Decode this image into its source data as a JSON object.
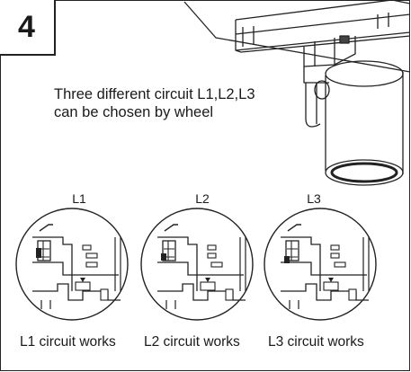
{
  "step": {
    "number": "4"
  },
  "instruction": {
    "line1": "Three different circuit L1,L2,L3",
    "line2": "can be chosen by wheel"
  },
  "circuits": [
    {
      "label": "L1",
      "caption": "L1 circuit works"
    },
    {
      "label": "L2",
      "caption": "L2 circuit works"
    },
    {
      "label": "L3",
      "caption": "L3 circuit works"
    }
  ]
}
